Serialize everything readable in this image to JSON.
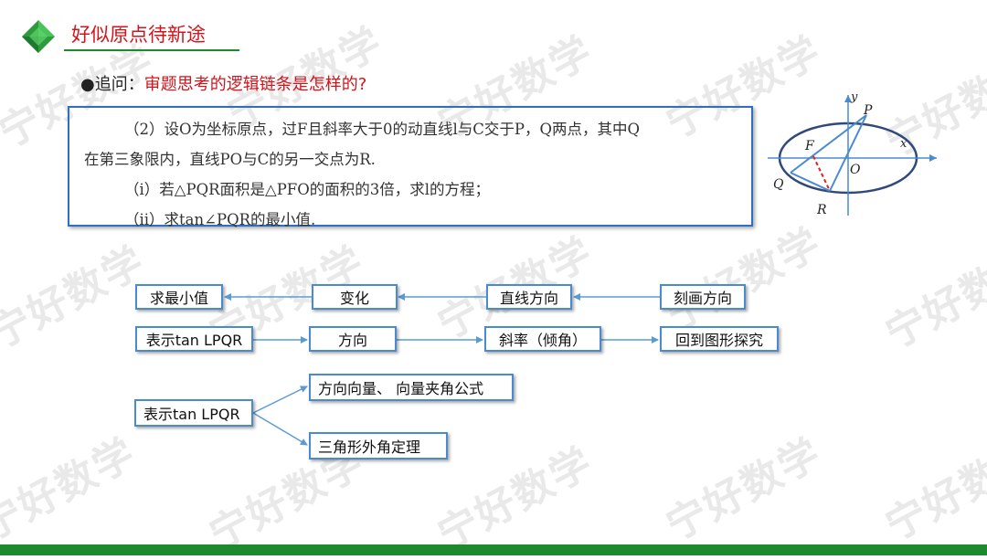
{
  "header": {
    "title": "好似原点待新途"
  },
  "question": {
    "bullet": "●",
    "prefix": "追问：",
    "text": "审题思考的逻辑链条是怎样的?"
  },
  "problem": {
    "line1": "（2）设O为坐标原点，过F且斜率大于0的动直线l与C交于P，Q两点，其中Q",
    "line2": "在第三象限内，直线PO与C的另一交点为R.",
    "line3": "（ⅰ）若△PQR面积是△PFO的面积的3倍，求l的方程；",
    "line4": "（ⅱ）求tan∠PQR的最小值."
  },
  "figure": {
    "labels": {
      "y": "y",
      "x": "x",
      "P": "P",
      "F": "F",
      "O": "O",
      "Q": "Q",
      "R": "R"
    }
  },
  "flow": {
    "row1": [
      "求最小值",
      "变化",
      "直线方向",
      "刻画方向"
    ],
    "row2": [
      "表示tan LPQR",
      "方向",
      "斜率（倾角）",
      "回到图形探究"
    ],
    "branch_root": "表示tan  LPQR",
    "branch_items": [
      "方向向量、 向量夹角公式",
      "三角形外角定理"
    ]
  },
  "watermark": "宁好数学",
  "colors": {
    "accent_red": "#d0151c",
    "brand_green": "#1e8a2e",
    "box_blue": "#4a8bd0",
    "frame_blue": "#2d6fc0"
  }
}
